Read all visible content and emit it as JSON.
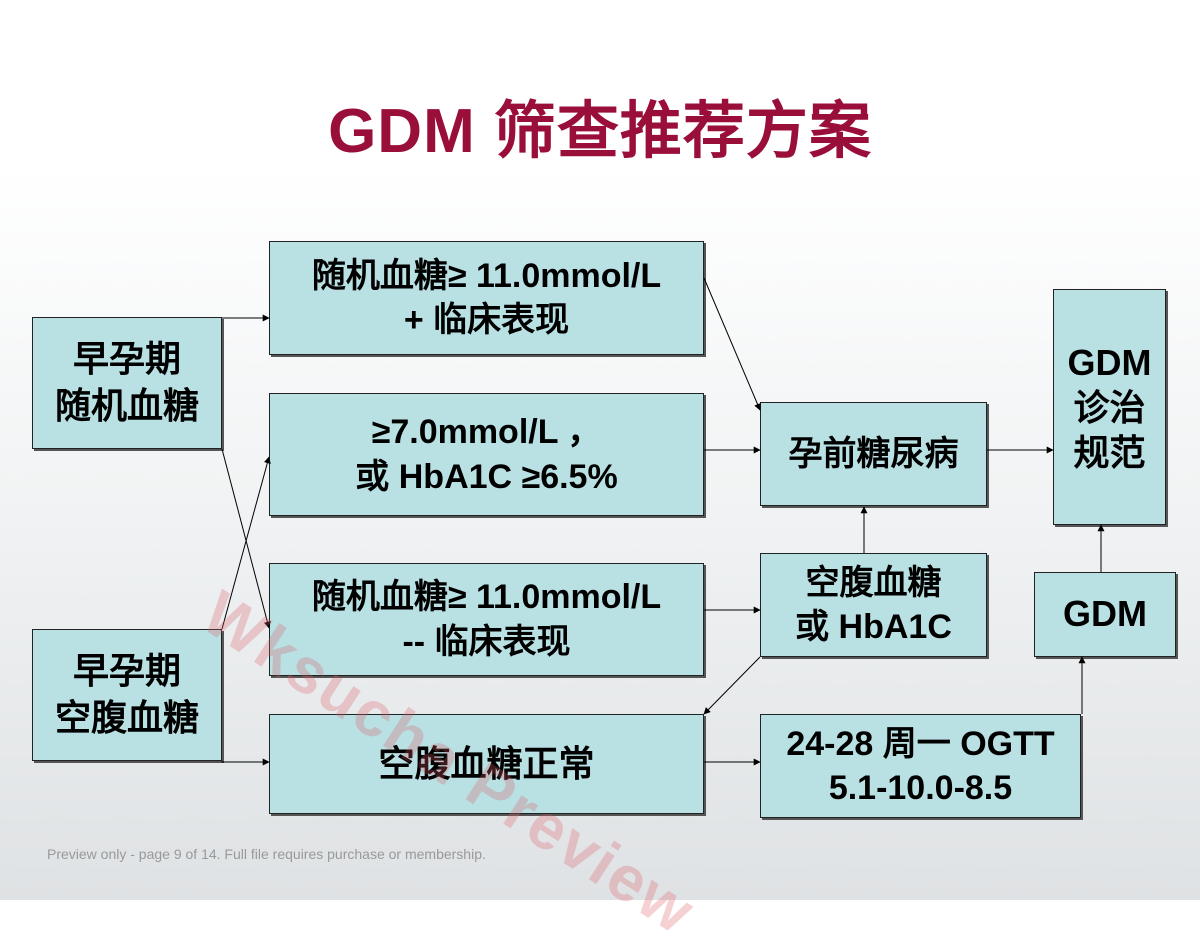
{
  "slide": {
    "title": "GDM 筛查推荐方案",
    "watermark": "Wksucha Preview",
    "footer": "Preview only - page 9 of 14. Full file requires purchase or membership."
  },
  "boxes": {
    "early_random": {
      "line1": "早孕期",
      "line2": "随机血糖"
    },
    "early_fasting": {
      "line1": "早孕期",
      "line2": "空腹血糖"
    },
    "random_symptoms": {
      "line1": "随机血糖≥ 11.0mmol/L",
      "line2": "+ 临床表现"
    },
    "fasting_hba1c_threshold": {
      "line1": "≥7.0mmol/L ，",
      "line2": "或 HbA1C ≥6.5%"
    },
    "random_no_symptoms": {
      "line1": "随机血糖≥ 11.0mmol/L",
      "line2": "-- 临床表现"
    },
    "fasting_normal": {
      "line1": "空腹血糖正常"
    },
    "pregestational_diabetes": {
      "line1": "孕前糖尿病"
    },
    "fasting_or_hba1c": {
      "line1": "空腹血糖",
      "line2": "或 HbA1C"
    },
    "ogtt": {
      "line1": "24-28 周一 OGTT",
      "line2": "5.1-10.0-8.5"
    },
    "gdm_guideline": {
      "line1": "GDM",
      "line2": "诊治",
      "line3": "规范"
    },
    "gdm": {
      "line1": "GDM"
    }
  },
  "colors": {
    "title": "#9a0f3a",
    "box_fill": "#b9e1e4",
    "box_border": "#222222",
    "arrow": "#000000"
  }
}
